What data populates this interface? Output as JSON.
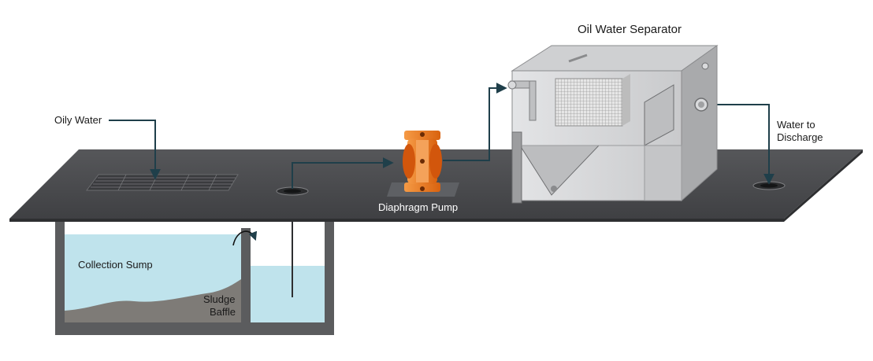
{
  "title": "Oil Water Separator",
  "labels": {
    "oily_water": "Oily Water",
    "diaphragm_pump": "Diaphragm Pump",
    "water_to": "Water to",
    "discharge": "Discharge",
    "collection_sump": "Collection Sump",
    "sludge": "Sludge",
    "baffle": "Baffle"
  },
  "colors": {
    "floor": "#4b4c4f",
    "floor_edge": "#2e2f31",
    "water": "#bfe3ec",
    "sludge": "#7e7b77",
    "sump_wall": "#5b5c5e",
    "pump": "#e8731f",
    "separator_body": "#d7d8da",
    "pipe": "#1f3f4a"
  },
  "icons": [
    "floor-grate-icon",
    "floor-drain-icon",
    "diaphragm-pump-icon",
    "separator-tank-icon",
    "flow-arrow-icon"
  ]
}
